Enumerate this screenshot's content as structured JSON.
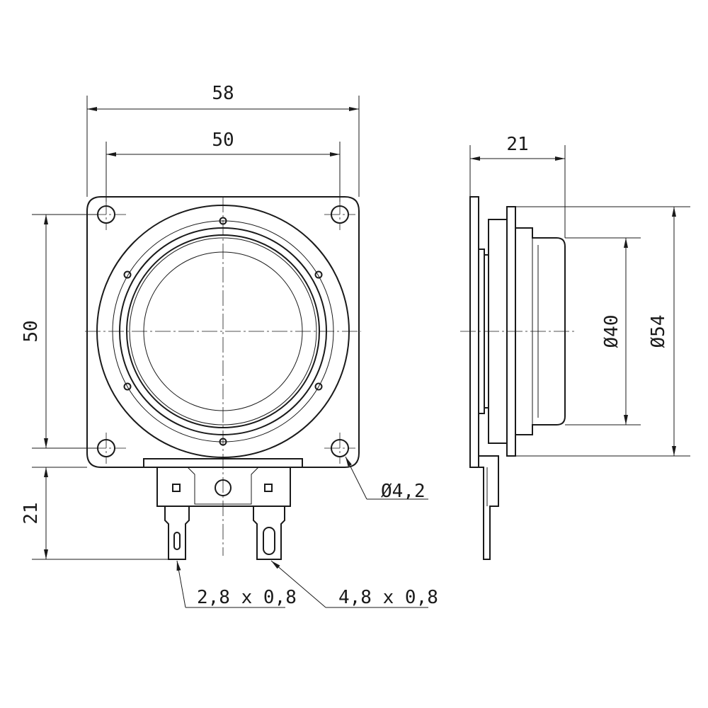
{
  "dimensions": {
    "overall_width": "58",
    "hole_spacing_horizontal": "50",
    "hole_spacing_vertical": "50",
    "terminal_height": "21",
    "depth": "21",
    "diameter_inner": "Ø40",
    "diameter_outer": "Ø54",
    "mounting_hole": "Ø4,2",
    "small_terminal": "2,8 x 0,8",
    "large_terminal": "4,8 x 0,8"
  }
}
